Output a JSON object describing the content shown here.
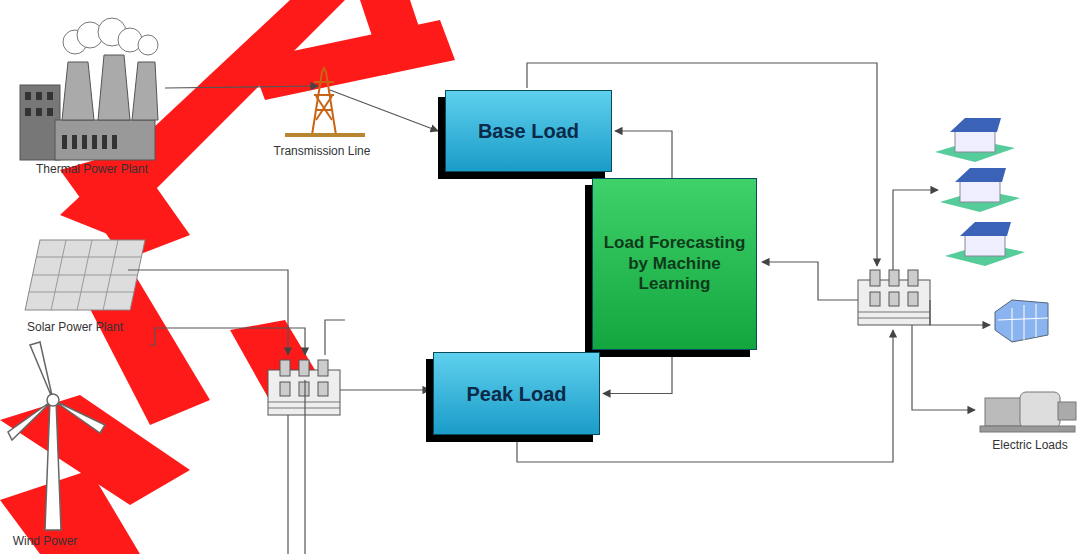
{
  "diagram": {
    "nodes": [
      {
        "text": [
          "Base Load"
        ]
      },
      {
        "text": [
          "Load Forecasting by Machine Learning"
        ]
      },
      {
        "text": [
          "Peak Load"
        ]
      }
    ],
    "edges": [
      {
        "from": 1,
        "to": 0,
        "arrow": "to"
      },
      {
        "from": 1,
        "to": 2,
        "arrow": "to"
      }
    ],
    "labels": [
      "Thermal Power Plant",
      "Transmission Line",
      "Solar Power Plant",
      "Wind Power",
      "Electric Loads"
    ]
  }
}
